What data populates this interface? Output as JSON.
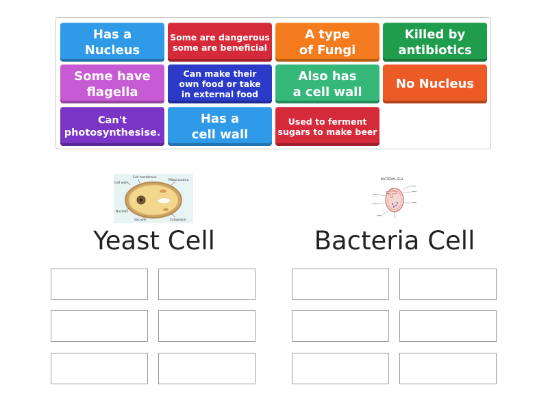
{
  "tiles": [
    {
      "label": "Has a\nNucleus",
      "color": "#2f9be8"
    },
    {
      "label": "Some are dangerous\nsome are beneficial",
      "color": "#d42a3a"
    },
    {
      "label": "A type\nof Fungi",
      "color": "#f57c1e"
    },
    {
      "label": "Killed by\nantibiotics",
      "color": "#1f9d4c"
    },
    {
      "label": "Some have\nflagella",
      "color": "#c75bd4"
    },
    {
      "label": "Can make their\nown food or take\nin external food",
      "color": "#2b3bc7"
    },
    {
      "label": "Also has\na cell wall",
      "color": "#35b87a"
    },
    {
      "label": "No Nucleus",
      "color": "#f57c1e"
    },
    {
      "label": "Can't\nphotosynthesise.",
      "color": "#7a35c7"
    },
    {
      "label": "Has a\ncell wall",
      "color": "#2f9be8"
    },
    {
      "label": "Used to ferment\nsugars to make beer",
      "color": "#d42a3a"
    }
  ],
  "groups": [
    {
      "title": "Yeast Cell",
      "image_labels": [
        "Cell wall",
        "Cell membrane",
        "Mitochondria",
        "Nucleus",
        "Vacuole",
        "Cytoplasm"
      ]
    },
    {
      "title": "Bacteria Cell",
      "image_labels": [
        "BACTERIAL CELL"
      ]
    }
  ]
}
